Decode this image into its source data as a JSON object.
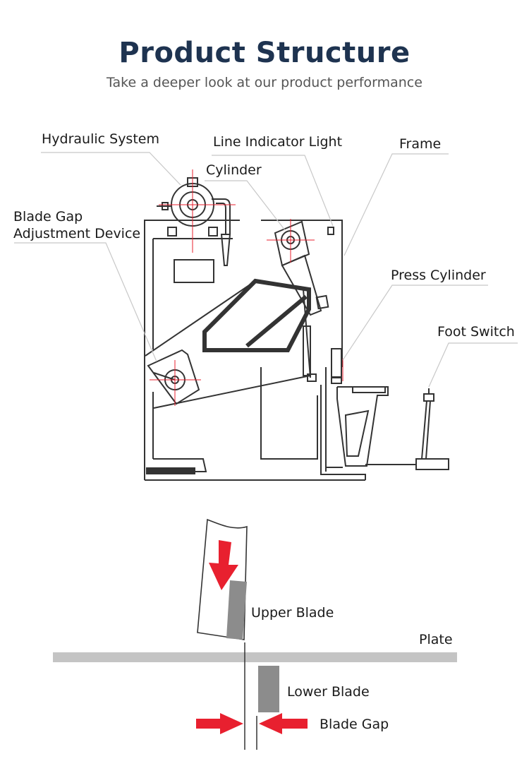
{
  "header": {
    "title": "Product Structure",
    "subtitle": "Take a deeper look at our product performance"
  },
  "machine_labels": {
    "hydraulic_system": "Hydraulic System",
    "line_indicator_light": "Line Indicator Light",
    "frame": "Frame",
    "cylinder": "Cylinder",
    "blade_gap_line1": "Blade Gap",
    "blade_gap_line2": "Adjustment Device",
    "press_cylinder": "Press Cylinder",
    "foot_switch": "Foot Switch"
  },
  "blade_labels": {
    "upper_blade": "Upper Blade",
    "plate": "Plate",
    "lower_blade": "Lower Blade",
    "blade_gap": "Blade Gap"
  },
  "colors": {
    "title": "#1e3350",
    "line": "#333333",
    "red": "#e8202f",
    "leader": "#c8c8c8",
    "blade": "#8c8c8c",
    "plate": "#c4c4c4"
  }
}
